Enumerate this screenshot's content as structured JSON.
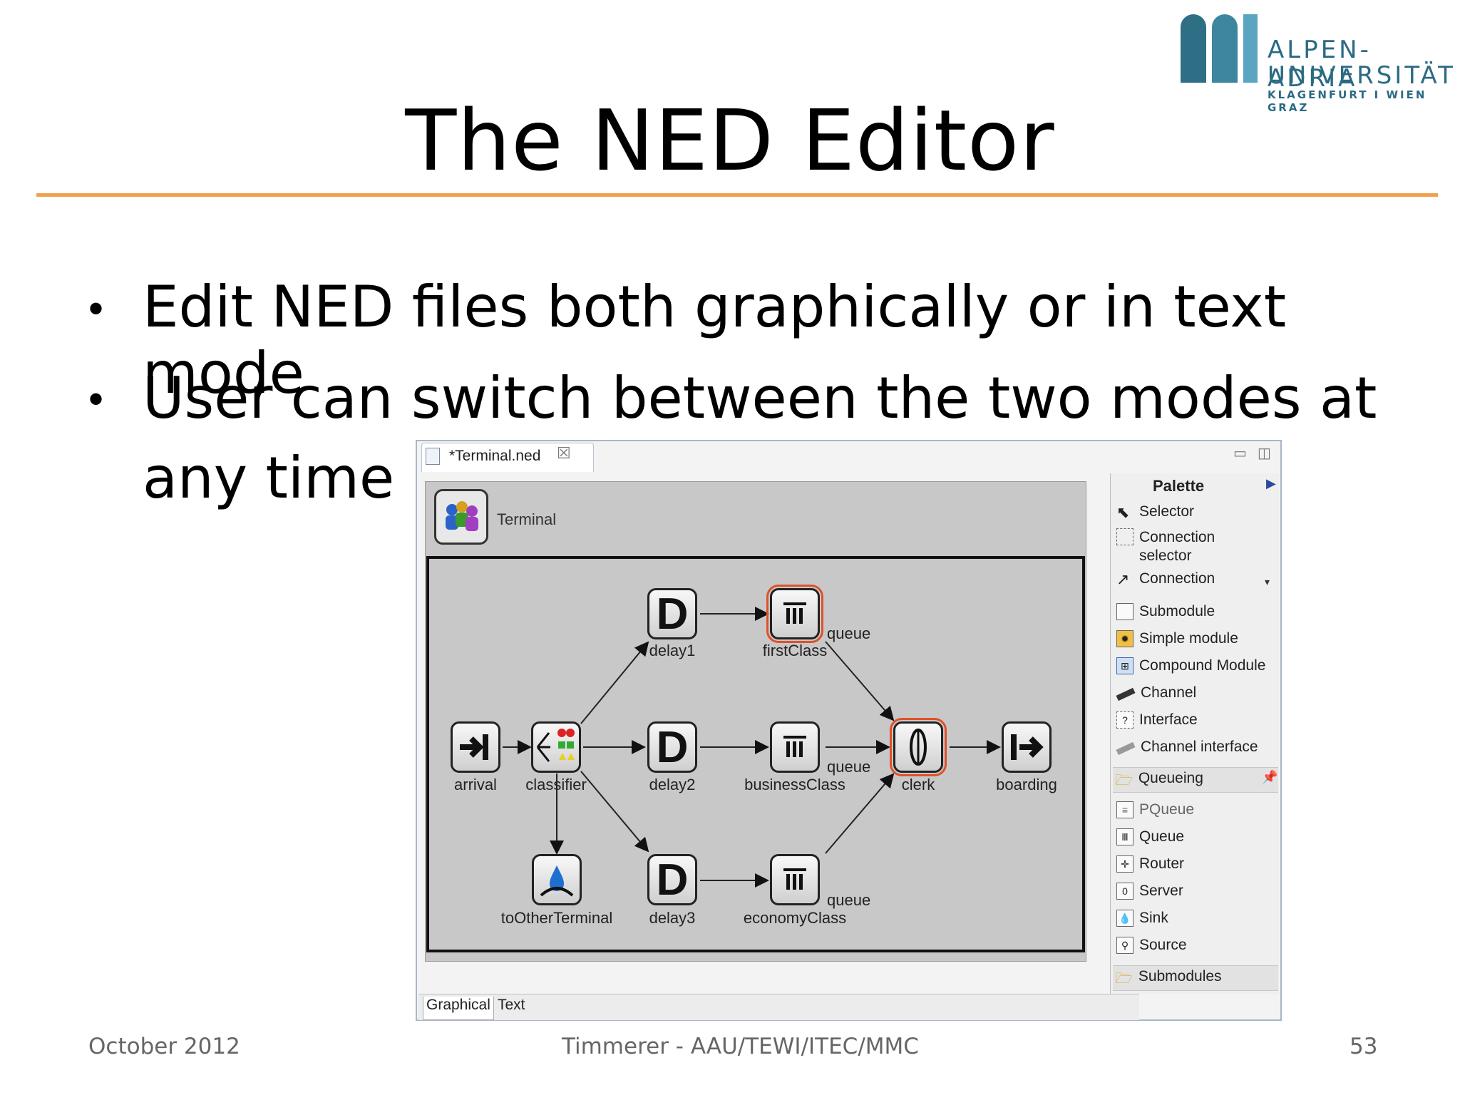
{
  "slide": {
    "title": "The NED Editor",
    "bullets": [
      "Edit NED files both graphically or in text mode",
      "User can switch between the two modes at",
      "any time"
    ],
    "footer_left": "October 2012",
    "footer_center": "Timmerer - AAU/TEWI/ITEC/MMC",
    "footer_right": "53"
  },
  "logo": {
    "line1": "ALPEN-ADRIA",
    "line2": "UNIVERSITÄT",
    "line3": "KLAGENFURT I WIEN GRAZ",
    "colors": {
      "dark": "#2e6f85",
      "mid": "#3e86a0",
      "light": "#5aa6c2"
    }
  },
  "editor": {
    "tab_label": "*Terminal.ned",
    "tab_close": "☒",
    "network_name": "Terminal",
    "nodes": {
      "arrival": "arrival",
      "classifier": "classifier",
      "toOtherTerminal": "toOtherTerminal",
      "delay1": "delay1",
      "delay2": "delay2",
      "delay3": "delay3",
      "firstClass": "firstClass",
      "businessClass": "businessClass",
      "economyClass": "economyClass",
      "clerk": "clerk",
      "boarding": "boarding"
    },
    "gate_label": "queue",
    "bottom_tabs": {
      "graphical": "Graphical",
      "text": "Text"
    },
    "accent_selection": "#e0502a"
  },
  "palette": {
    "title": "Palette",
    "tools": {
      "selector": "Selector",
      "connection_selector": "Connection selector",
      "connection": "Connection"
    },
    "types": {
      "submodule": "Submodule",
      "simple_module": "Simple module",
      "compound_module": "Compound Module",
      "channel": "Channel",
      "interface": "Interface",
      "channel_interface": "Channel interface"
    },
    "queueing_section": "Queueing",
    "queueing_items": {
      "pqueue": "PQueue",
      "queue": "Queue",
      "router": "Router",
      "server": "Server",
      "sink": "Sink",
      "source": "Source"
    },
    "submodules_section": "Submodules"
  }
}
